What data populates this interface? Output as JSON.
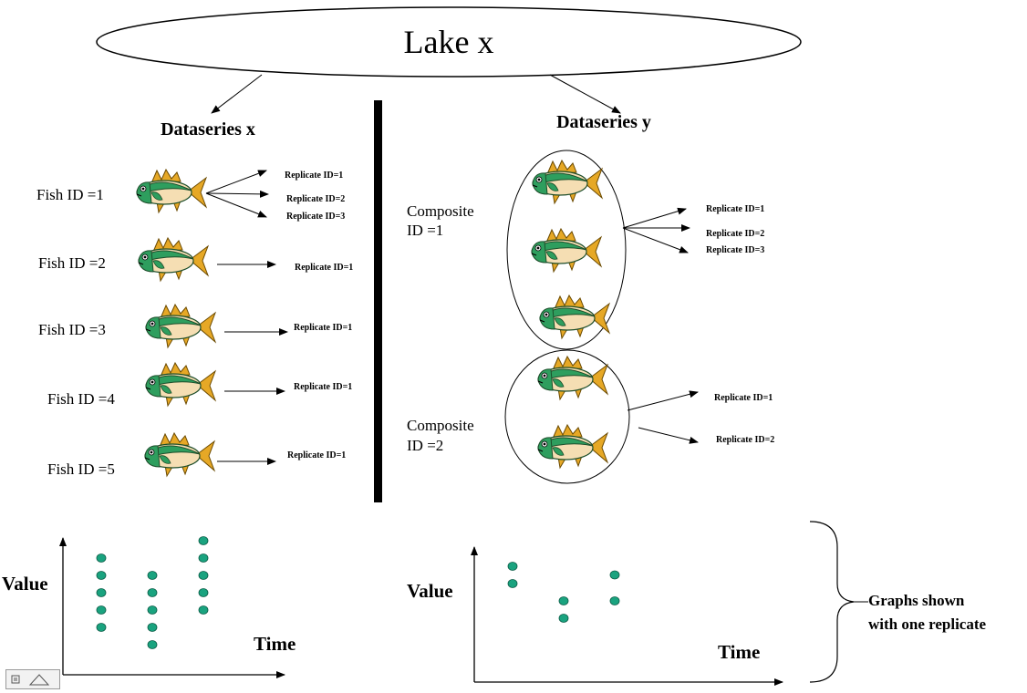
{
  "lake": {
    "label": "Lake x"
  },
  "series_x": {
    "title": "Dataseries x",
    "fish": [
      {
        "label": "Fish ID =1",
        "replicates": [
          "Replicate ID=1",
          "Replicate ID=2",
          "Replicate ID=3"
        ]
      },
      {
        "label": "Fish ID =2",
        "replicates": [
          "Replicate ID=1"
        ]
      },
      {
        "label": "Fish ID =3",
        "replicates": [
          "Replicate ID=1"
        ]
      },
      {
        "label": "Fish ID =4",
        "replicates": [
          "Replicate ID=1"
        ]
      },
      {
        "label": "Fish ID =5",
        "replicates": [
          "Replicate ID=1"
        ]
      }
    ]
  },
  "series_y": {
    "title": "Dataseries y",
    "composites": [
      {
        "label_line1": "Composite",
        "label_line2": "ID =1",
        "replicates": [
          "Replicate ID=1",
          "Replicate ID=2",
          "Replicate ID=3"
        ]
      },
      {
        "label_line1": "Composite",
        "label_line2": "ID =2",
        "replicates": [
          "Replicate ID=1",
          "Replicate ID=2"
        ]
      }
    ]
  },
  "graphs": {
    "left": {
      "ylabel": "Value",
      "xlabel": "Time"
    },
    "right": {
      "ylabel": "Value",
      "xlabel": "Time"
    },
    "note_line1": "Graphs shown",
    "note_line2": "with one replicate"
  },
  "colors": {
    "point_fill": "#1aa37f",
    "fish_body": "#f5deb3",
    "fish_back": "#2e9e5e",
    "fish_fin": "#e6a826"
  },
  "chart_data": [
    {
      "type": "scatter",
      "xlabel": "Time",
      "ylabel": "Value",
      "series": [
        {
          "points": [
            [
              1,
              5
            ],
            [
              1,
              4
            ],
            [
              1,
              3
            ],
            [
              1,
              2
            ],
            [
              1,
              1
            ],
            [
              2,
              4
            ],
            [
              2,
              3
            ],
            [
              2,
              2
            ],
            [
              2,
              1
            ],
            [
              2,
              0
            ],
            [
              3,
              6
            ],
            [
              3,
              5
            ],
            [
              3,
              4
            ],
            [
              3,
              3
            ],
            [
              3,
              2
            ]
          ]
        }
      ]
    },
    {
      "type": "scatter",
      "xlabel": "Time",
      "ylabel": "Value",
      "series": [
        {
          "points": [
            [
              1,
              4
            ],
            [
              1,
              3
            ],
            [
              2,
              2
            ],
            [
              2,
              1
            ],
            [
              3,
              3.5
            ],
            [
              3,
              2
            ]
          ]
        }
      ]
    }
  ]
}
